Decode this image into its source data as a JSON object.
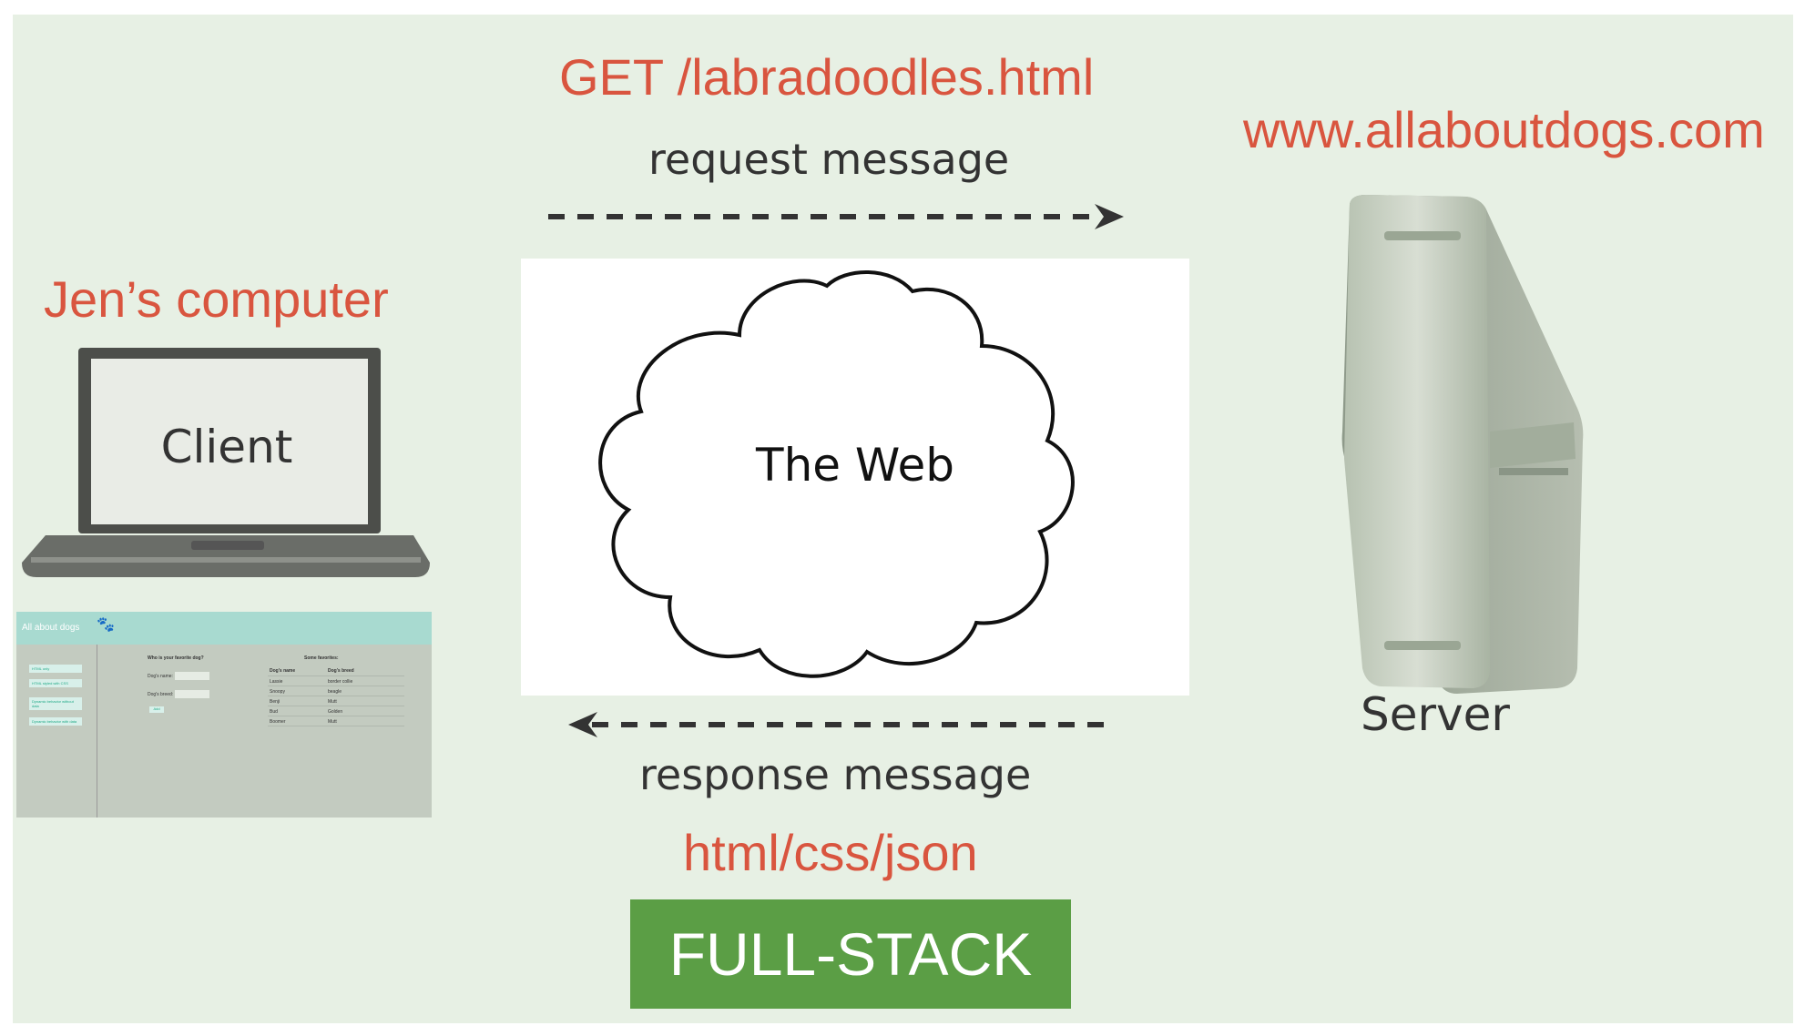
{
  "request": {
    "get_line": "GET /labradoodles.html",
    "label": "request message"
  },
  "server": {
    "domain": "www.allaboutdogs.com",
    "label": "Server"
  },
  "client": {
    "owner_label": "Jen’s computer",
    "screen_label": "Client"
  },
  "web": {
    "label": "The Web"
  },
  "response": {
    "label": "response message",
    "format": "html/css/json"
  },
  "badge": {
    "label": "FULL-STACK"
  },
  "mini_site": {
    "title": "All about dogs",
    "nav": [
      "HTML only",
      "HTML styled with CSS",
      "Dynamic behavior without data",
      "Dynamic behavior with data"
    ],
    "form_heading": "Who is your favorite dog?",
    "name_label": "Dog's name:",
    "breed_label": "Dog's breed:",
    "submit_label": "Add",
    "table_heading": "Some favorites:",
    "table_headers": [
      "Dog's name",
      "Dog's breed"
    ],
    "table_rows": [
      [
        "Lassie",
        "border collie"
      ],
      [
        "Snoopy",
        "beagle"
      ],
      [
        "Benji",
        "Mutt"
      ],
      [
        "Bud",
        "Golden"
      ],
      [
        "Boomer",
        "Mutt"
      ]
    ]
  },
  "colors": {
    "background": "#e7f0e4",
    "accent_red": "#d9553f",
    "badge_green": "#5b9e45"
  }
}
